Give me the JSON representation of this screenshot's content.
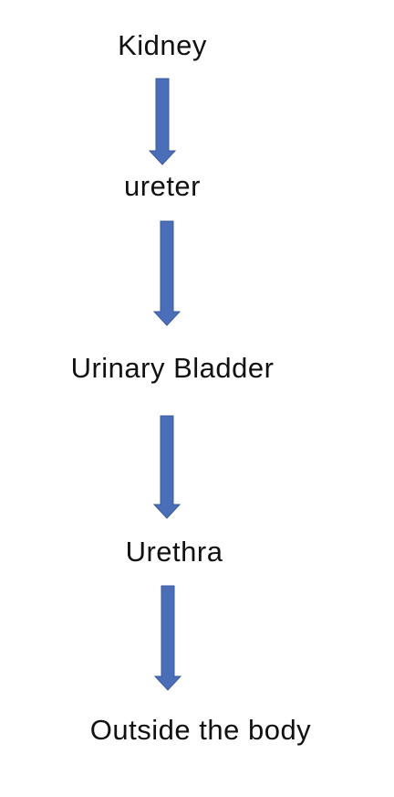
{
  "diagram": {
    "steps": [
      {
        "label": "Kidney"
      },
      {
        "label": "ureter"
      },
      {
        "label": "Urinary Bladder"
      },
      {
        "label": "Urethra"
      },
      {
        "label": "Outside the body"
      }
    ],
    "arrow_color": "#4a6fb8",
    "arrow_edge_color": "#3b5a9e",
    "text_color": "#111111"
  }
}
